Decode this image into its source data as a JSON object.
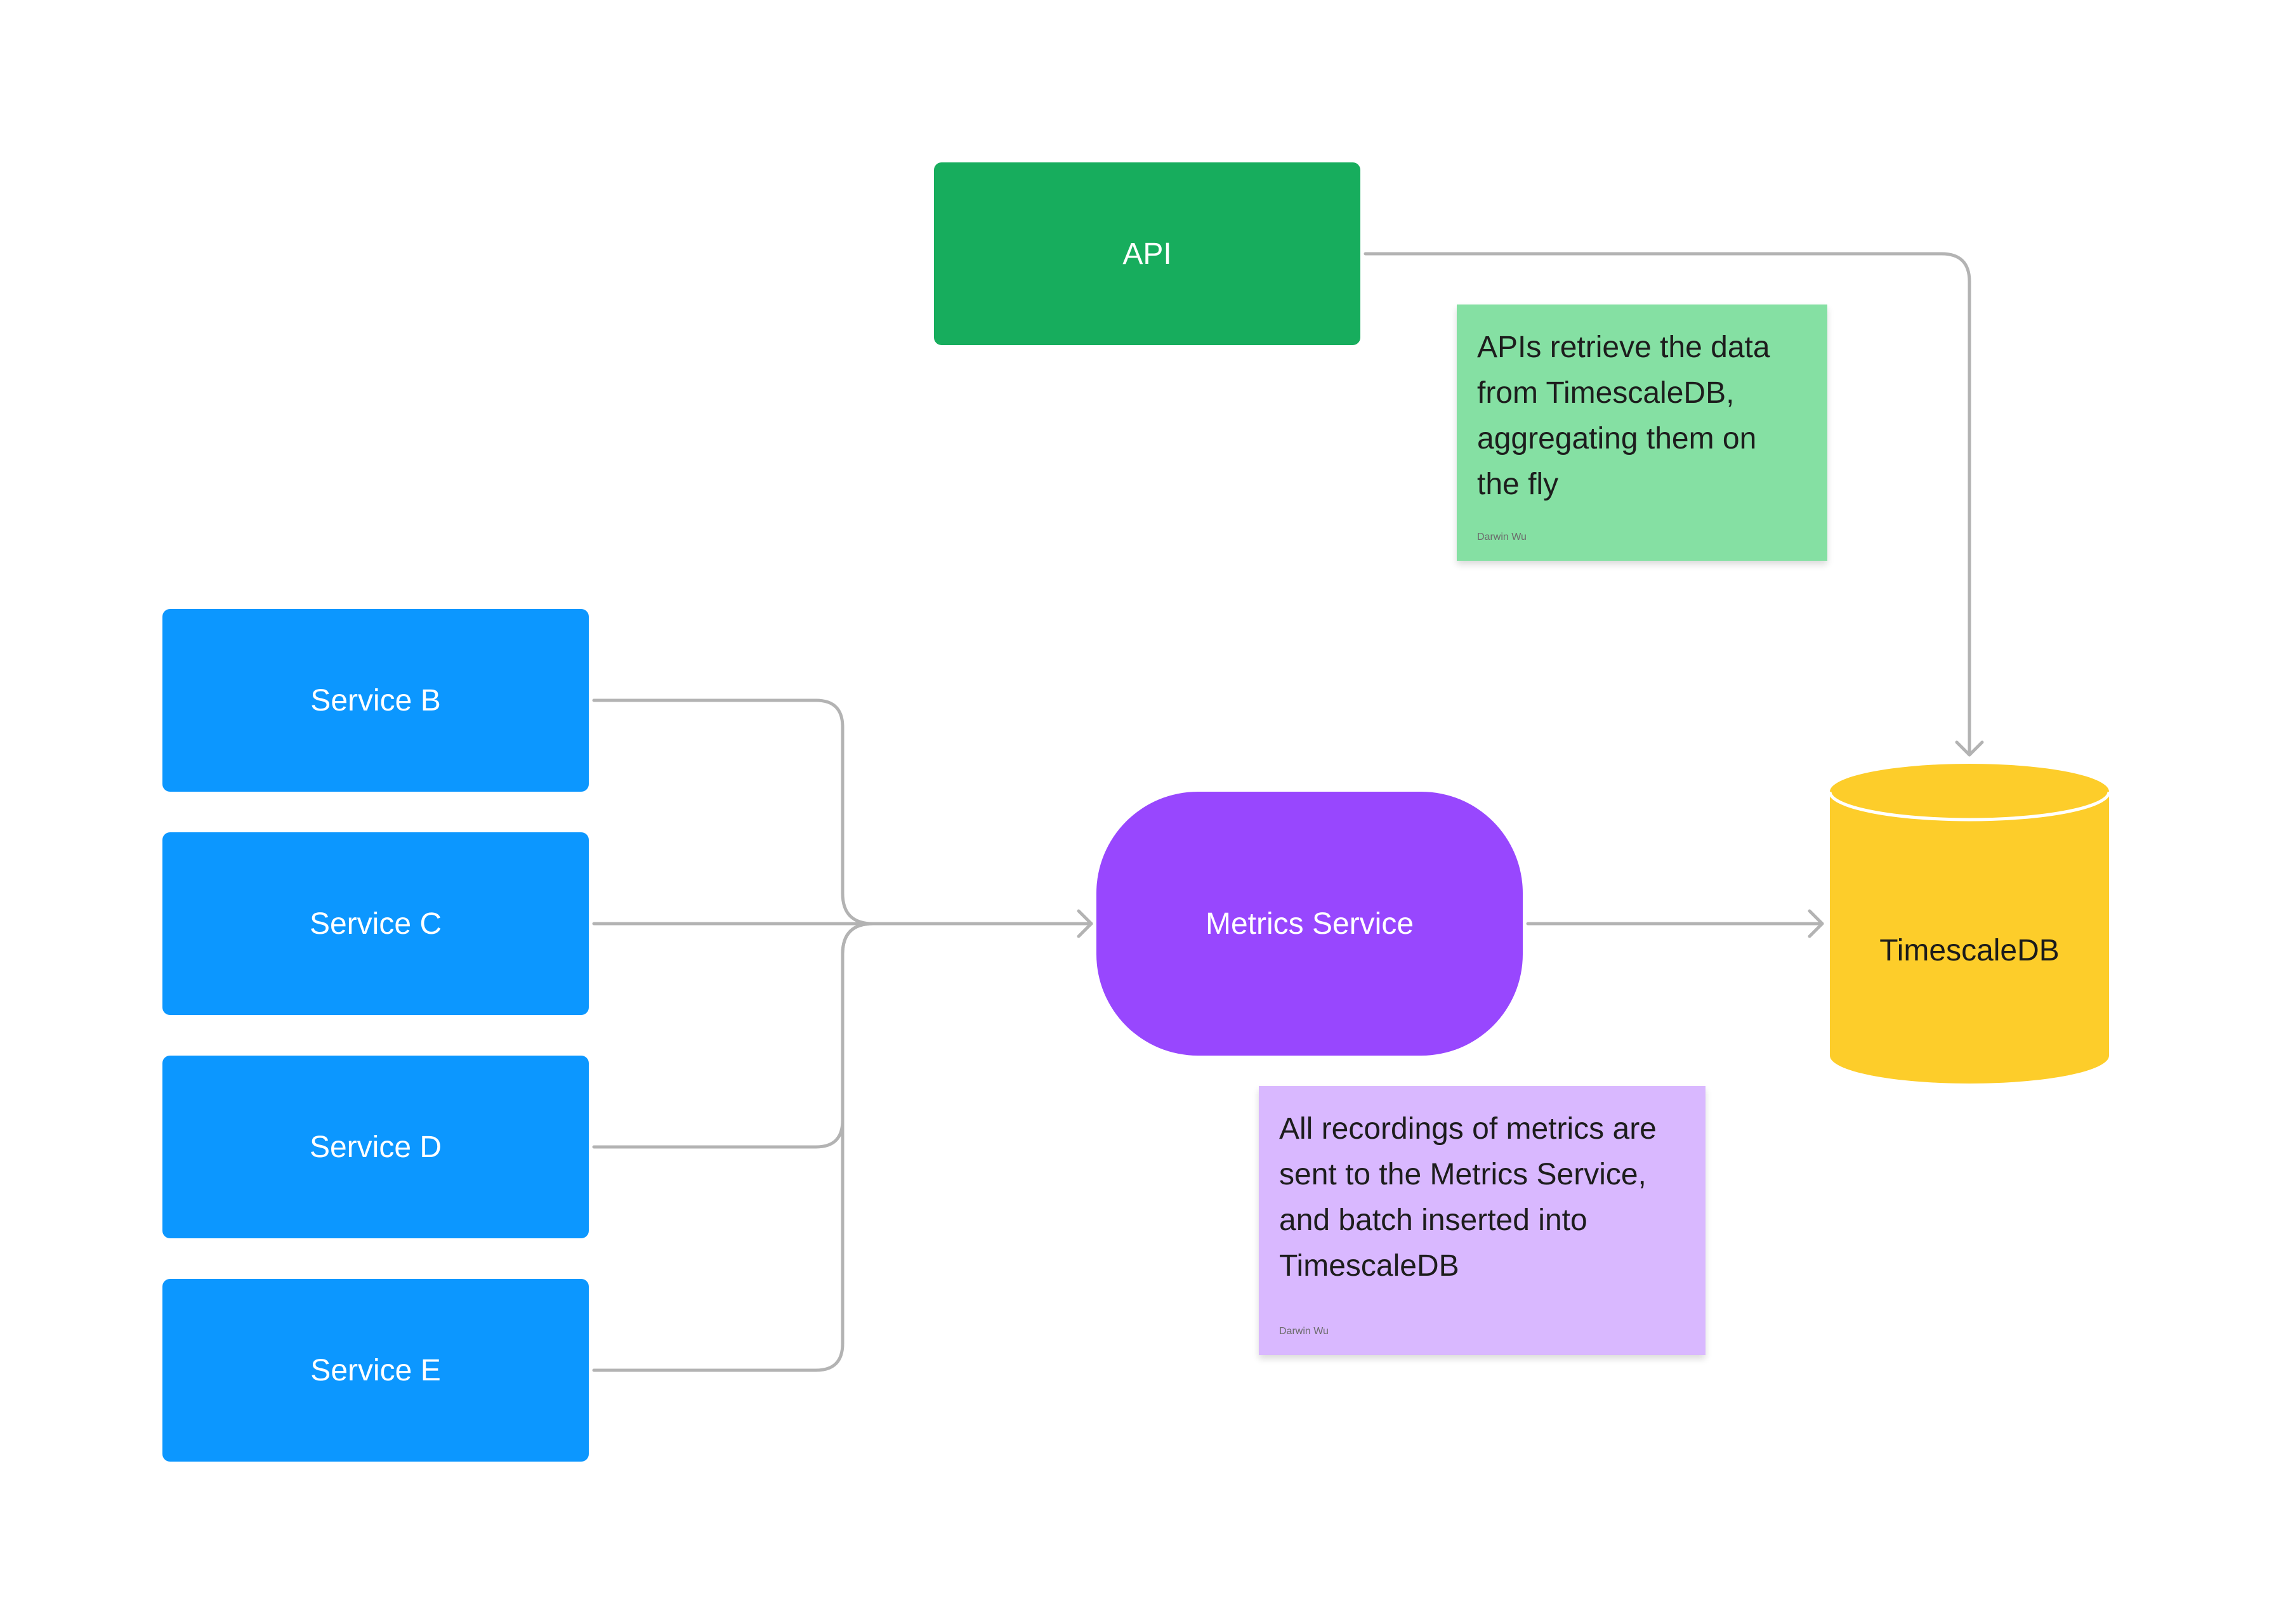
{
  "nodes": {
    "api": {
      "label": "API",
      "color": "#17ad5d"
    },
    "services": [
      {
        "label": "Service B",
        "color": "#0c97ff"
      },
      {
        "label": "Service C",
        "color": "#0c97ff"
      },
      {
        "label": "Service D",
        "color": "#0c97ff"
      },
      {
        "label": "Service E",
        "color": "#0c97ff"
      }
    ],
    "metrics_service": {
      "label": "Metrics Service",
      "color": "#9847fe"
    },
    "database": {
      "label": "TimescaleDB",
      "color": "#fdcd2a"
    }
  },
  "sticky_notes": [
    {
      "text": "APIs retrieve the data from TimescaleDB, aggregating them on the fly",
      "author": "Darwin Wu",
      "color": "#85e0a3"
    },
    {
      "text": "All recordings of metrics are sent to the Metrics Service, and batch inserted into TimescaleDB",
      "author": "Darwin Wu",
      "color": "#d9b8ff"
    }
  ],
  "connector_color": "#b3b3b3"
}
